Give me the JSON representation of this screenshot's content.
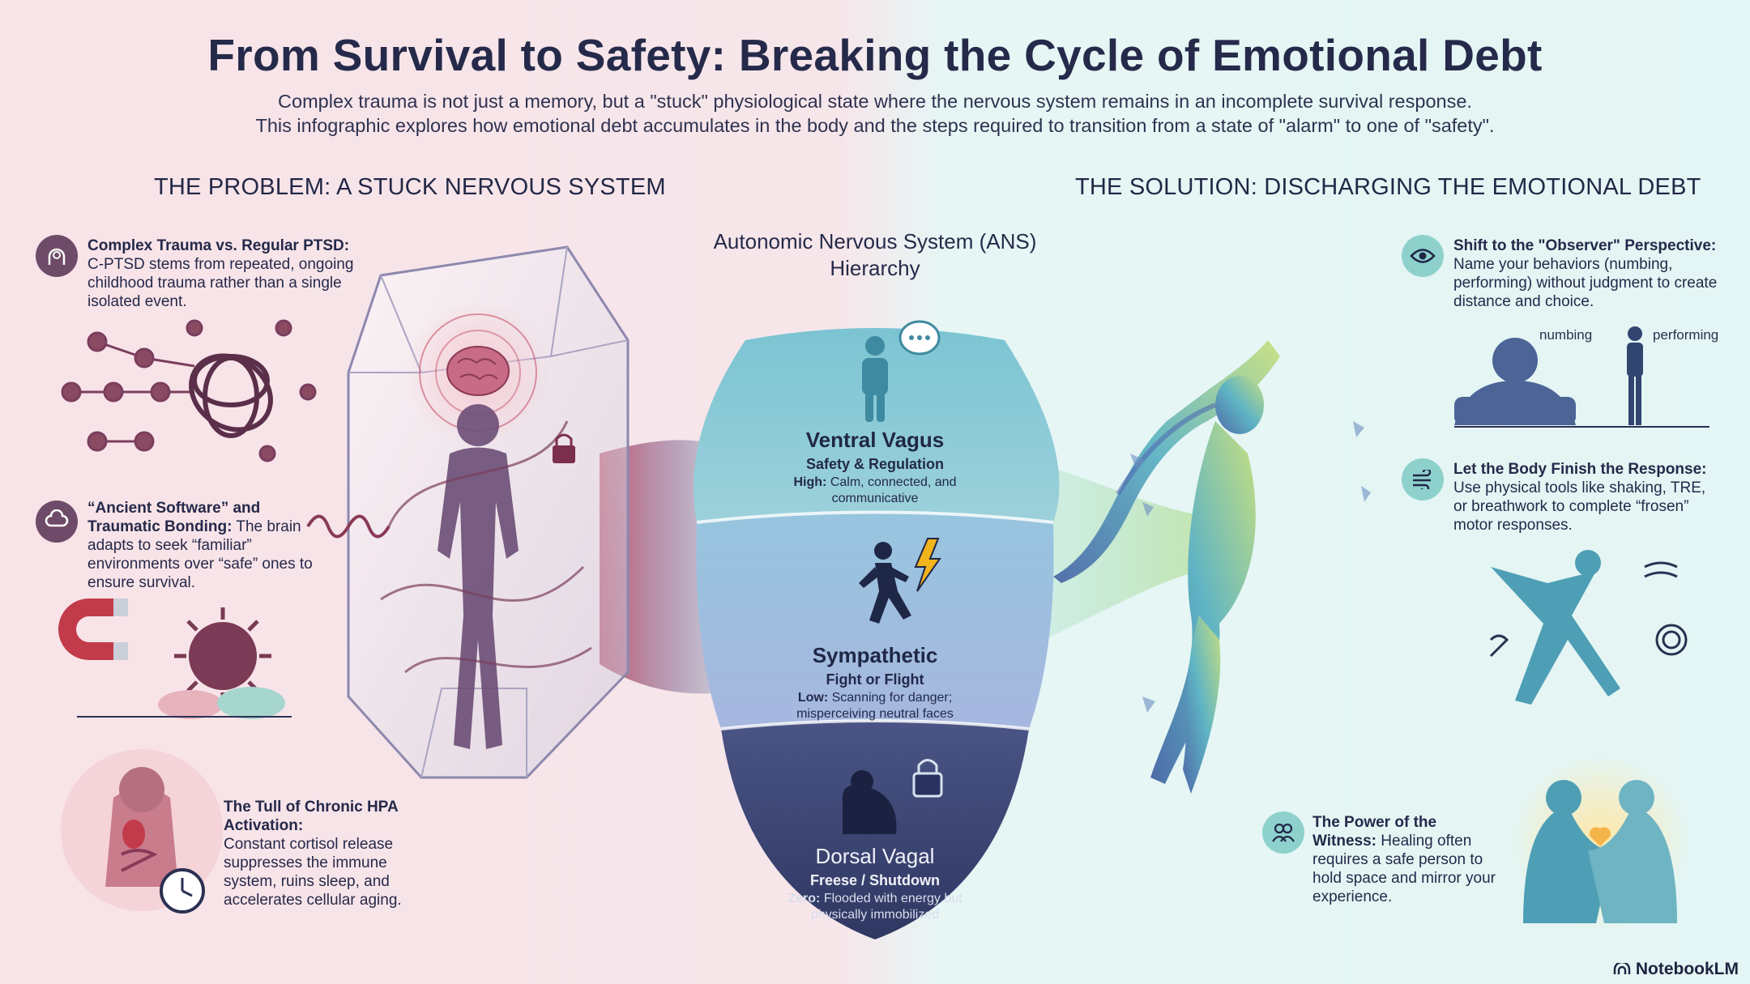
{
  "header": {
    "title": "From Survival to Safety: Breaking the Cycle of Emotional Debt",
    "subtitle_line1": "Complex trauma is not just a memory, but a \"stuck\" physiological state where the nervous system remains in an incomplete survival response.",
    "subtitle_line2": "This infographic explores how emotional debt accumulates in the body and the steps required to transition from a state of \"alarm\" to one of \"safety\"."
  },
  "problem": {
    "heading": "THE PROBLEM: A STUCK NERVOUS SYSTEM",
    "items": [
      {
        "title": "Complex Trauma vs. Regular PTSD:",
        "body": "C-PTSD stems from repeated, ongoing childhood trauma rather than a single isolated event.",
        "icon": "head-spiral-icon"
      },
      {
        "title": "“Ancient Software” and Traumatic Bonding:",
        "body": "The brain adapts to seek “familiar” environments over “safe” ones to ensure survival.",
        "icon": "brain-icon"
      },
      {
        "title": "The Tull of Chronic HPA Activation:",
        "body": "Constant cortisol release suppresses the immune system, ruins sleep, and accelerates cellular aging.",
        "icon": "body-organs-icon"
      }
    ]
  },
  "ans": {
    "heading": "Autonomic Nervous System (ANS) Hierarchy",
    "bands": [
      {
        "title": "Ventral Vagus",
        "subtitle": "Safety & Regulation",
        "level": "High:",
        "desc": "Calm, connected, and communicative",
        "color": "#6fb6c8"
      },
      {
        "title": "Sympathetic",
        "subtitle": "Fight or Flight",
        "level": "Low:",
        "desc": "Scanning for danger; misperceiving neutral faces",
        "color": "#7b9fc6"
      },
      {
        "title": "Dorsal Vagal",
        "subtitle": "Freese / Shutdown",
        "level": "Zero:",
        "desc": "Flooded with energy but physically immobilized",
        "color": "#3b4570"
      }
    ]
  },
  "solution": {
    "heading": "THE SOLUTION: DISCHARGING THE EMOTIONAL DEBT",
    "items": [
      {
        "title": "Shift to the \"Observer\" Perspective:",
        "body": "Name your behaviors (numbing, performing) without judgment to create distance and choice.",
        "icon": "eye-icon"
      },
      {
        "title": "Let the Body Finish the Response:",
        "body": "Use physical tools like shaking, TRE, or breathwork to complete “frosen” motor responses.",
        "icon": "wind-icon"
      },
      {
        "title": "The Power of the Witness:",
        "body": "Healing often requires a safe person to hold space and mirror your experience.",
        "icon": "people-icon"
      }
    ],
    "observer_labels": {
      "numbing": "numbing",
      "performing": "performing"
    }
  },
  "brand": {
    "name": "NotebookLM"
  },
  "colors": {
    "rose": "#a0455e",
    "teal": "#4e9fb5",
    "navy": "#2b3360"
  }
}
